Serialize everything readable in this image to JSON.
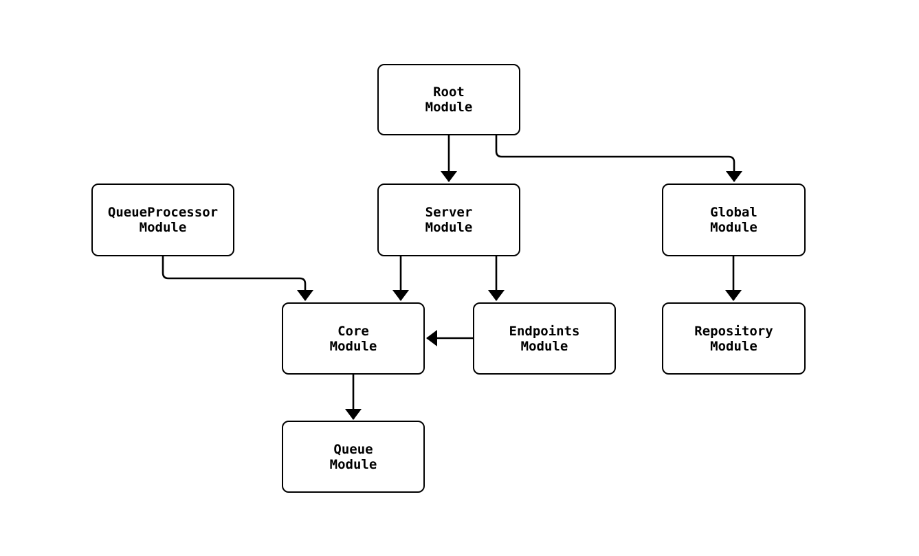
{
  "diagram": {
    "type": "module-dependency-flowchart",
    "background_color": "#ffffff",
    "node_fill_color": "#ffffff",
    "node_border_color": "#000000",
    "edge_color": "#000000",
    "text_color": "#000000"
  },
  "nodes": [
    {
      "id": "root",
      "label": "Root\nModule"
    },
    {
      "id": "queueprocessor",
      "label": "QueueProcessor\nModule"
    },
    {
      "id": "server",
      "label": "Server\nModule"
    },
    {
      "id": "global",
      "label": "Global\nModule"
    },
    {
      "id": "core",
      "label": "Core\nModule"
    },
    {
      "id": "endpoints",
      "label": "Endpoints\nModule"
    },
    {
      "id": "repository",
      "label": "Repository\nModule"
    },
    {
      "id": "queue",
      "label": "Queue\nModule"
    }
  ],
  "edges": [
    {
      "from": "Root Module",
      "to": "Server Module"
    },
    {
      "from": "Root Module",
      "to": "Global Module"
    },
    {
      "from": "QueueProcessor Module",
      "to": "Core Module"
    },
    {
      "from": "Server Module",
      "to": "Core Module"
    },
    {
      "from": "Server Module",
      "to": "Endpoints Module"
    },
    {
      "from": "Endpoints Module",
      "to": "Core Module"
    },
    {
      "from": "Global Module",
      "to": "Repository Module"
    },
    {
      "from": "Core Module",
      "to": "Queue Module"
    }
  ]
}
